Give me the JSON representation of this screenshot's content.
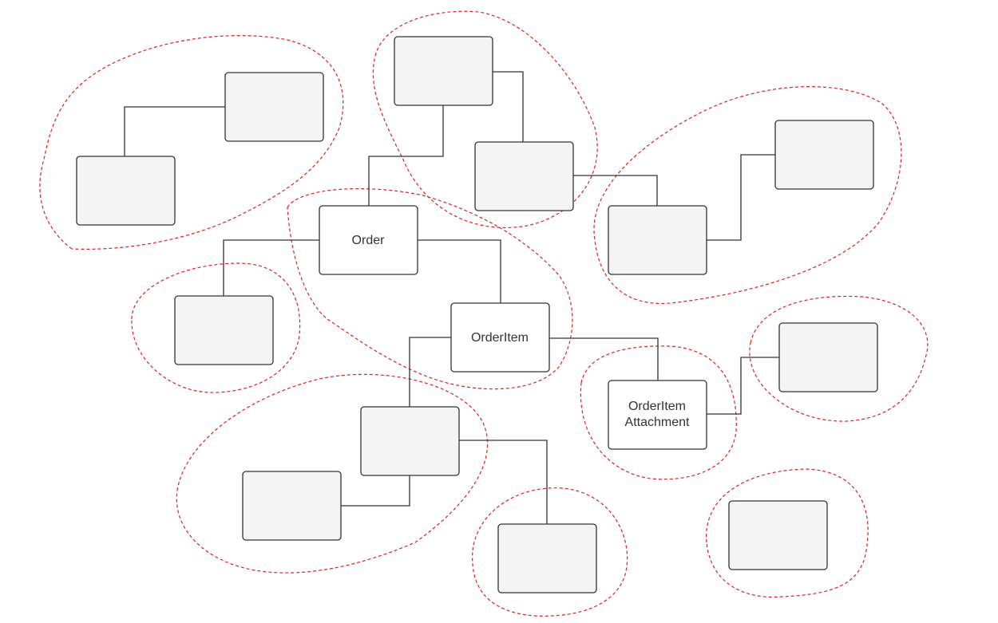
{
  "diagram": {
    "nodes": [
      {
        "id": "order",
        "label": "Order"
      },
      {
        "id": "order-item",
        "label": "OrderItem"
      },
      {
        "id": "order-item-attachment",
        "label_lines": [
          "OrderItem",
          "Attachment"
        ]
      }
    ],
    "colors": {
      "node_fill": "#f4f4f4",
      "node_stroke": "#333333",
      "connector": "#333333",
      "cluster_outline": "#e0201e"
    }
  }
}
